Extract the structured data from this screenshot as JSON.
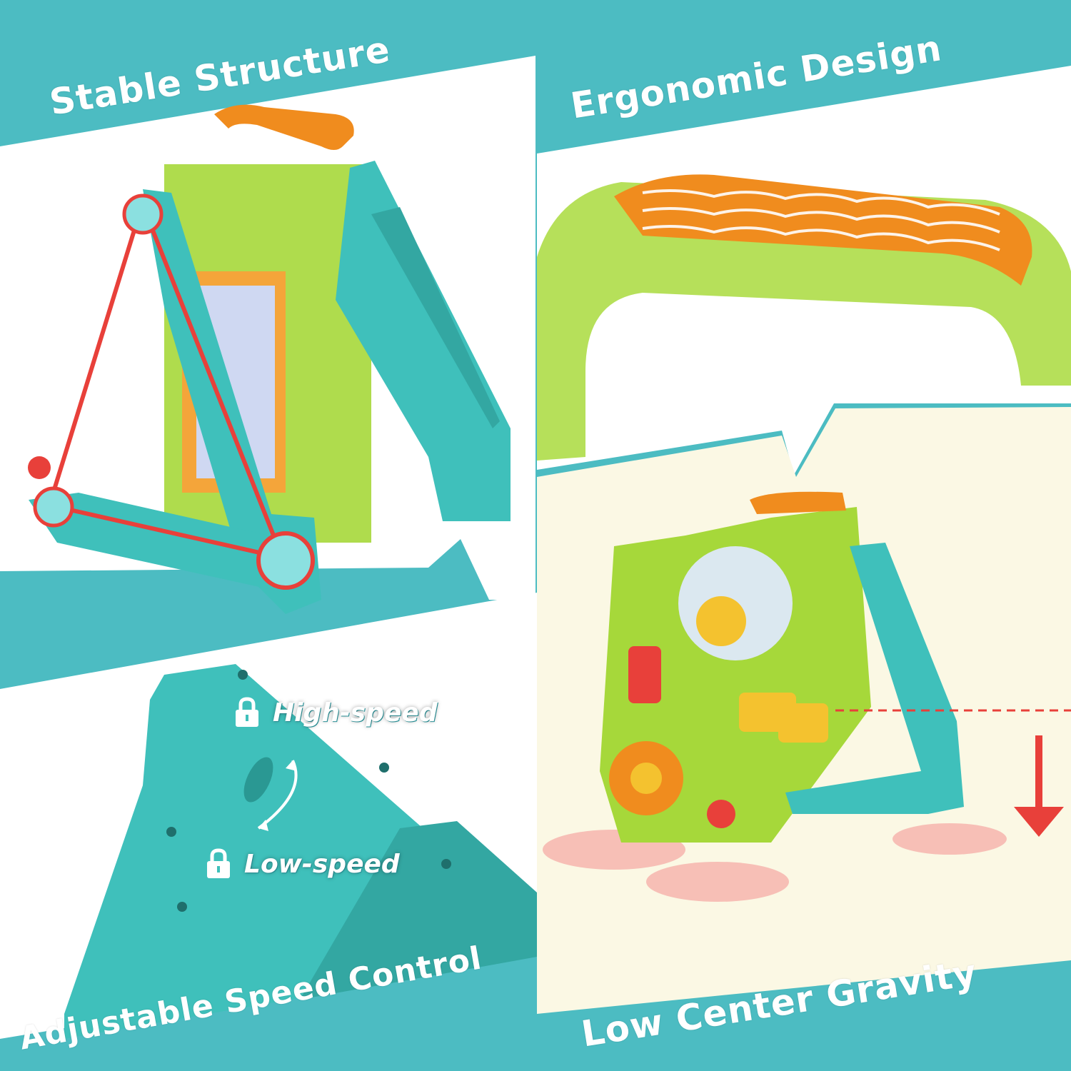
{
  "captions": {
    "stable_structure": "Stable Structure",
    "ergonomic_design": "Ergonomic Design",
    "adjustable_speed_control": "Adjustable Speed Control",
    "low_center_gravity": "Low Center Gravity"
  },
  "speed_labels": {
    "high": "High-speed",
    "low": "Low-speed"
  },
  "icons": {
    "high": "lock-icon",
    "low": "lock-icon",
    "arrow": "down-arrow-icon"
  },
  "colors": {
    "teal_band": "#4cbcc2",
    "toy_teal": "#3fc0bb",
    "toy_green": "#a6d83a",
    "toy_orange": "#f08c1e",
    "accent_red": "#e8403a"
  }
}
